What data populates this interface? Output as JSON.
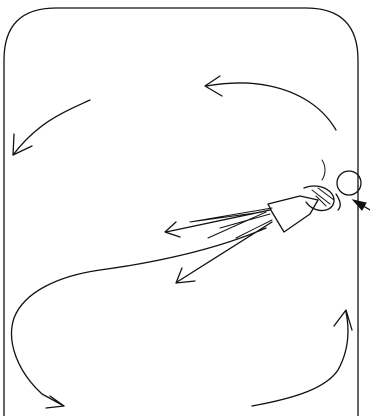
{
  "figure": {
    "colors": {
      "ink": "#111111",
      "background": "#ffffff"
    },
    "room": {
      "shape": "rounded-rectangle",
      "open_side": "bottom"
    },
    "person": {
      "action": "spraying",
      "facing": "left",
      "icon": "person-with-spray-nozzle-icon"
    },
    "air_flow_arrows": {
      "count": 5,
      "direction": "circulating-counterclockwise"
    },
    "spray_arrows": {
      "count": 2,
      "direction": "left"
    },
    "pointer_arrow": {
      "icon": "pointer-arrow-icon",
      "points_to": "person"
    }
  }
}
